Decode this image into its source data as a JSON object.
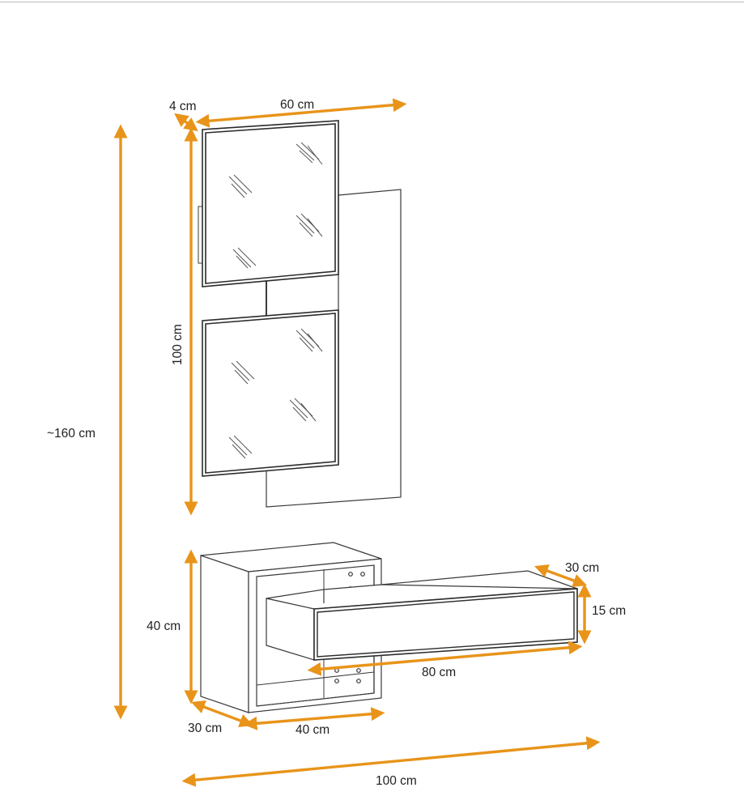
{
  "dimensions": {
    "depth_mirror": "4 cm",
    "width_mirror": "60 cm",
    "height_mirror": "100 cm",
    "height_total": "~160 cm",
    "depth_shelf": "30 cm",
    "height_drawer": "15 cm",
    "height_cabinet": "40 cm",
    "width_drawer": "80 cm",
    "depth_cabinet": "30 cm",
    "width_cabinet": "40 cm",
    "width_total": "100 cm"
  },
  "colors": {
    "arrow": "#E8941A",
    "line": "#3a3a3a",
    "panel_edge": "#2b2b2b"
  }
}
